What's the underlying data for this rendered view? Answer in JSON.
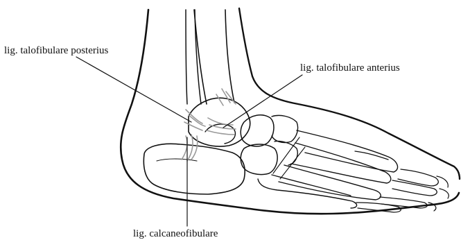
{
  "labels": {
    "posterior": "lig. talofibulare posterius",
    "anterior": "lig. talofibulare anterius",
    "calcaneofibular": "lig. calcaneofibulare"
  },
  "colors": {
    "line": "#111111",
    "ligament": "#9a9a9a",
    "background": "#ffffff"
  }
}
